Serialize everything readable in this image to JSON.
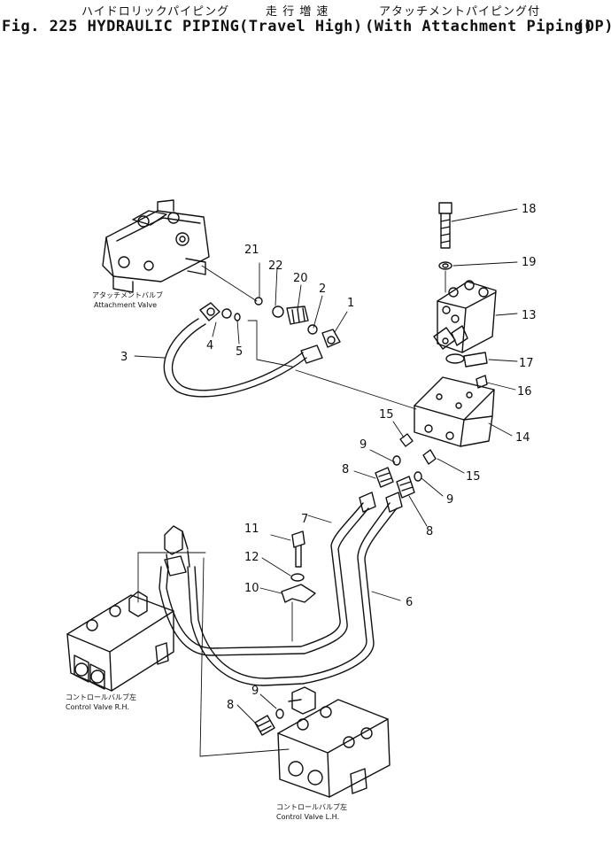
{
  "title": {
    "jp_main": "ハイドロリックパイピング",
    "jp_travel": "走 行 増 速",
    "jp_attach": "アタッチメントパイピング付",
    "fig": "Fig. 225 HYDRAULIC PIPING",
    "travel": "(Travel High)",
    "attach": "(With Attachment Piping)",
    "op": "(OP)"
  },
  "captions": {
    "attachment_valve_jp": "アタッチメントバルブ",
    "attachment_valve_en": "Attachment Valve",
    "control_rh_jp": "コントロールバルブ左",
    "control_rh_en": "Control Valve R.H.",
    "control_lh_jp": "コントロールバルブ左",
    "control_lh_en": "Control Valve L.H."
  },
  "callouts": [
    "18",
    "19",
    "13",
    "17",
    "16",
    "14",
    "15",
    "9",
    "8",
    "15",
    "9",
    "8",
    "21",
    "22",
    "20",
    "2",
    "1",
    "3",
    "4",
    "5",
    "7",
    "6",
    "11",
    "12",
    "10",
    "9",
    "8"
  ]
}
